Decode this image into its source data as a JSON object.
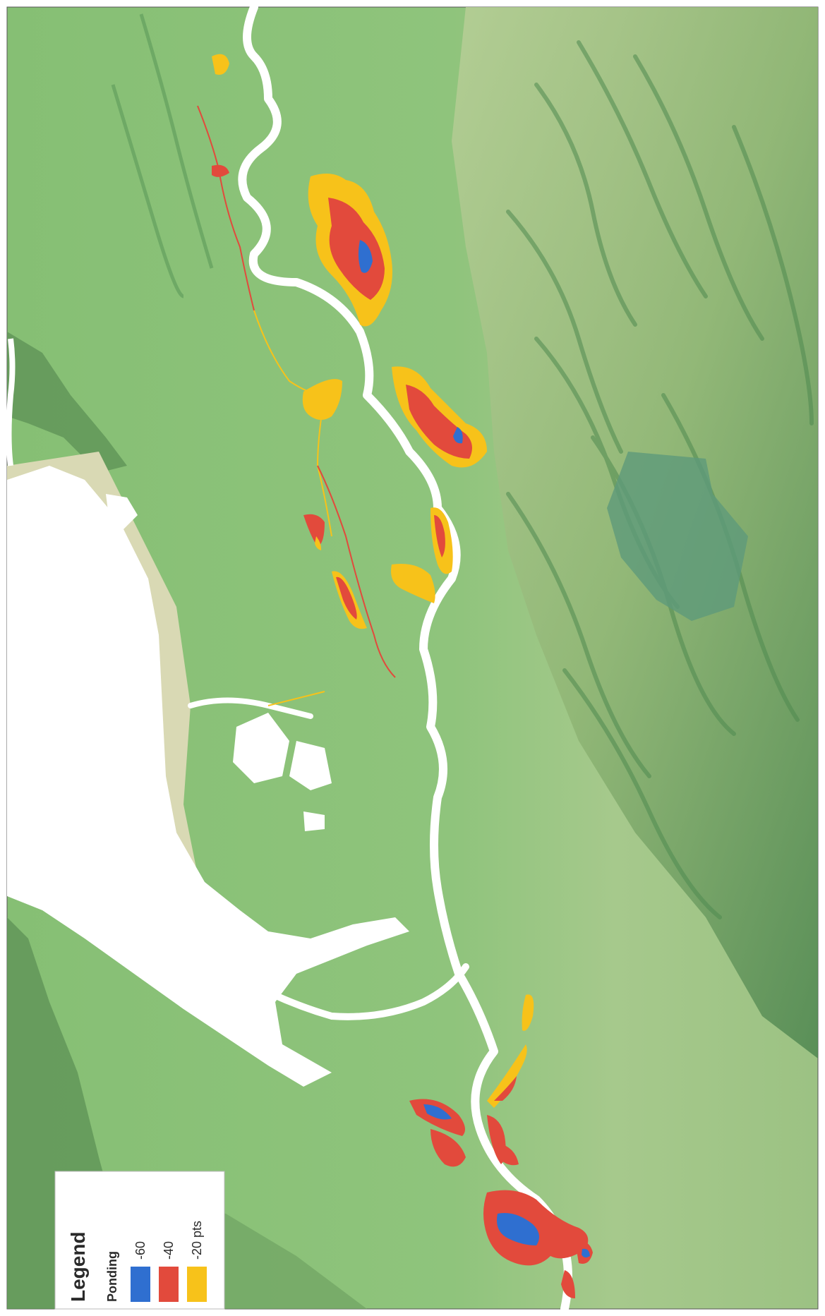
{
  "legend": {
    "title": "Legend",
    "subtitle": "Ponding",
    "items": [
      {
        "label": "-60",
        "color": "#2f6fd0"
      },
      {
        "label": "-40",
        "color": "#e24a3c"
      },
      {
        "label": "-20 pts",
        "color": "#f7c21a"
      }
    ]
  },
  "colors": {
    "lowland": "#8cc27a",
    "upland": "#a9c98d",
    "ridge_shadow": "#4f8a50",
    "forest_patch": "#5e9a7a",
    "water": "#ffffff",
    "shore_sand": "#d9d9b4",
    "ponding_high": "#2f6fd0",
    "ponding_mid": "#e24a3c",
    "ponding_low": "#f7c21a"
  }
}
